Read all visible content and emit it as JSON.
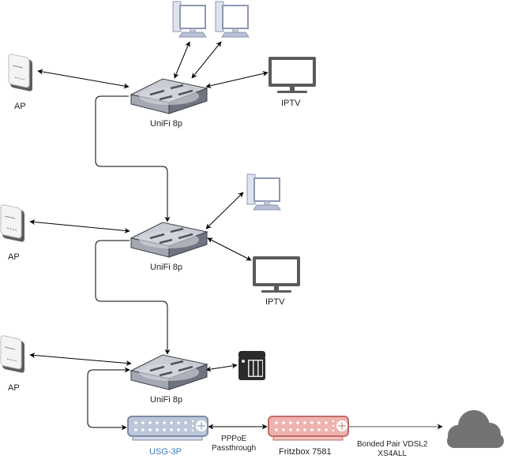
{
  "diagram": {
    "type": "network-topology",
    "colors": {
      "switch_top": "#c9ccd3",
      "switch_side": "#6f7480",
      "pc": "#a8b1c9",
      "tv": "#5a5a5a",
      "usg_fill": "#e3e7ee",
      "usg_stroke": "#7e8ba6",
      "fritz_fill": "#f6d3d1",
      "fritz_stroke": "#c06b67",
      "cloud": "#737373",
      "nas": "#2b2b2b",
      "usg_label": "#3d7ab5"
    },
    "nodes": {
      "ap1": {
        "label": "AP",
        "icon": "access-point-icon"
      },
      "ap2": {
        "label": "AP",
        "icon": "access-point-icon"
      },
      "ap3": {
        "label": "AP",
        "icon": "access-point-icon"
      },
      "switch1": {
        "label": "UniFi 8p",
        "icon": "network-switch-icon"
      },
      "switch2": {
        "label": "UniFi 8p",
        "icon": "network-switch-icon"
      },
      "switch3": {
        "label": "UniFi 8p",
        "icon": "network-switch-icon"
      },
      "pc1": {
        "label": "",
        "icon": "desktop-pc-icon"
      },
      "pc2": {
        "label": "",
        "icon": "desktop-pc-icon"
      },
      "pc3": {
        "label": "",
        "icon": "desktop-pc-icon"
      },
      "tv1": {
        "label": "IPTV",
        "icon": "tv-monitor-icon"
      },
      "tv2": {
        "label": "IPTV",
        "icon": "tv-monitor-icon"
      },
      "nas": {
        "label": "",
        "icon": "nas-storage-icon"
      },
      "usg": {
        "label": "USG-3P",
        "icon": "router-icon"
      },
      "fritzbox": {
        "label": "Fritzbox 7581",
        "icon": "router-icon"
      },
      "internet": {
        "label": "",
        "icon": "cloud-icon"
      }
    },
    "edges": [
      {
        "from": "ap1",
        "to": "switch1",
        "label": ""
      },
      {
        "from": "pc1",
        "to": "switch1",
        "label": ""
      },
      {
        "from": "pc2",
        "to": "switch1",
        "label": ""
      },
      {
        "from": "tv1",
        "to": "switch1",
        "label": ""
      },
      {
        "from": "switch1",
        "to": "switch2",
        "label": ""
      },
      {
        "from": "ap2",
        "to": "switch2",
        "label": ""
      },
      {
        "from": "pc3",
        "to": "switch2",
        "label": ""
      },
      {
        "from": "tv2",
        "to": "switch2",
        "label": ""
      },
      {
        "from": "switch2",
        "to": "switch3",
        "label": ""
      },
      {
        "from": "ap3",
        "to": "switch3",
        "label": ""
      },
      {
        "from": "nas",
        "to": "switch3",
        "label": ""
      },
      {
        "from": "switch3",
        "to": "usg",
        "label": ""
      },
      {
        "from": "usg",
        "to": "fritzbox",
        "label": "PPPoE\nPassthrough"
      },
      {
        "from": "fritzbox",
        "to": "internet",
        "label": "Bonded Pair VDSL2\nXS4ALL"
      }
    ]
  }
}
